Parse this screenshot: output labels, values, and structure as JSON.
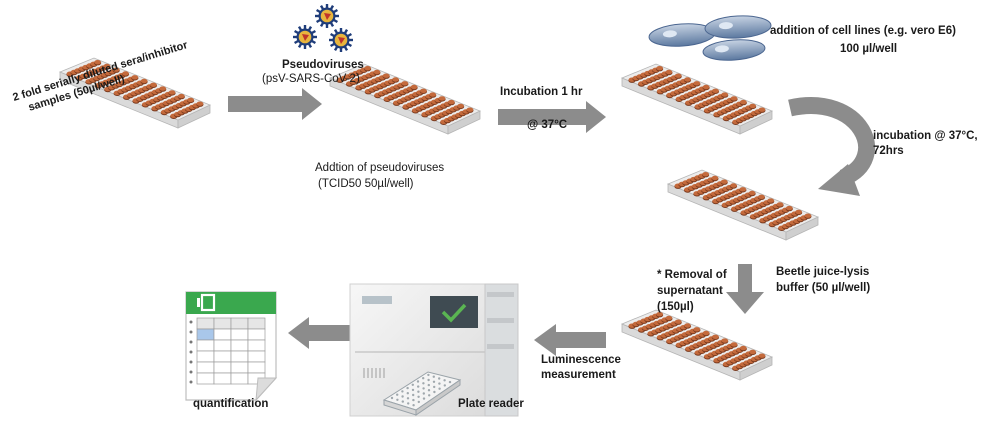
{
  "labels": {
    "samples_line1": "2 fold serially diluted sera/inhibitor",
    "samples_line2": "samples (50µl/well)",
    "pseudo_title": "Pseudoviruses",
    "pseudo_sub": "(psV-SARS-CoV-2)",
    "addition_line1": "Addtion of pseudoviruses",
    "addition_line2": "(TCID50 50µl/well)",
    "incubation1_line1": "Incubation 1 hr",
    "incubation1_line2": "@ 37°C",
    "cells_line1": "addition of cell lines (e.g. vero E6)",
    "cells_line2": "100 µl/well",
    "incubation2_line1": "incubation @ 37°C,",
    "incubation2_line2": "72hrs",
    "removal_line1": "* Removal of",
    "removal_line2": "supernatant",
    "removal_line3": "(150µl)",
    "beetle_line1": "Beetle juice-lysis",
    "beetle_line2": "buffer (50 µl/well)",
    "lumi_line1": "Luminescence",
    "lumi_line2": "measurement",
    "plate_reader": "Plate reader",
    "quantification": "quantification"
  },
  "colors": {
    "well": "#c46a3c",
    "plate_top": "#ececec",
    "plate_side": "#cfcfcf",
    "arrow": "#8c8c8c",
    "spreadsheet_accent": "#3aa84e",
    "cell_body": "#6d8bb3",
    "virus_core": "#e8b53d",
    "virus_spike": "#1f3d7a",
    "screen_check": "#5ab552"
  }
}
